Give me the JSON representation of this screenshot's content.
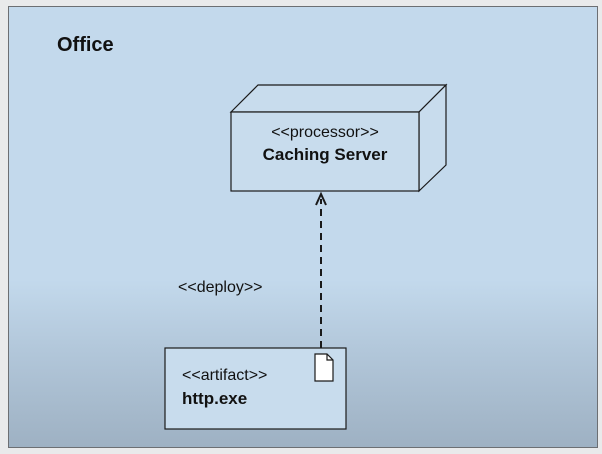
{
  "diagram": {
    "boundary_label": "Office",
    "node": {
      "stereotype": "<<processor>>",
      "name": "Caching Server"
    },
    "dependency": {
      "label": "<<deploy>>",
      "style": "dashed",
      "direction": "artifact-to-node"
    },
    "artifact": {
      "stereotype": "<<artifact>>",
      "name": "http.exe",
      "icon": "document-icon"
    }
  },
  "colors": {
    "background": "#c3d9ec",
    "stroke": "#1a1a1a",
    "fill": "#c8dced"
  }
}
